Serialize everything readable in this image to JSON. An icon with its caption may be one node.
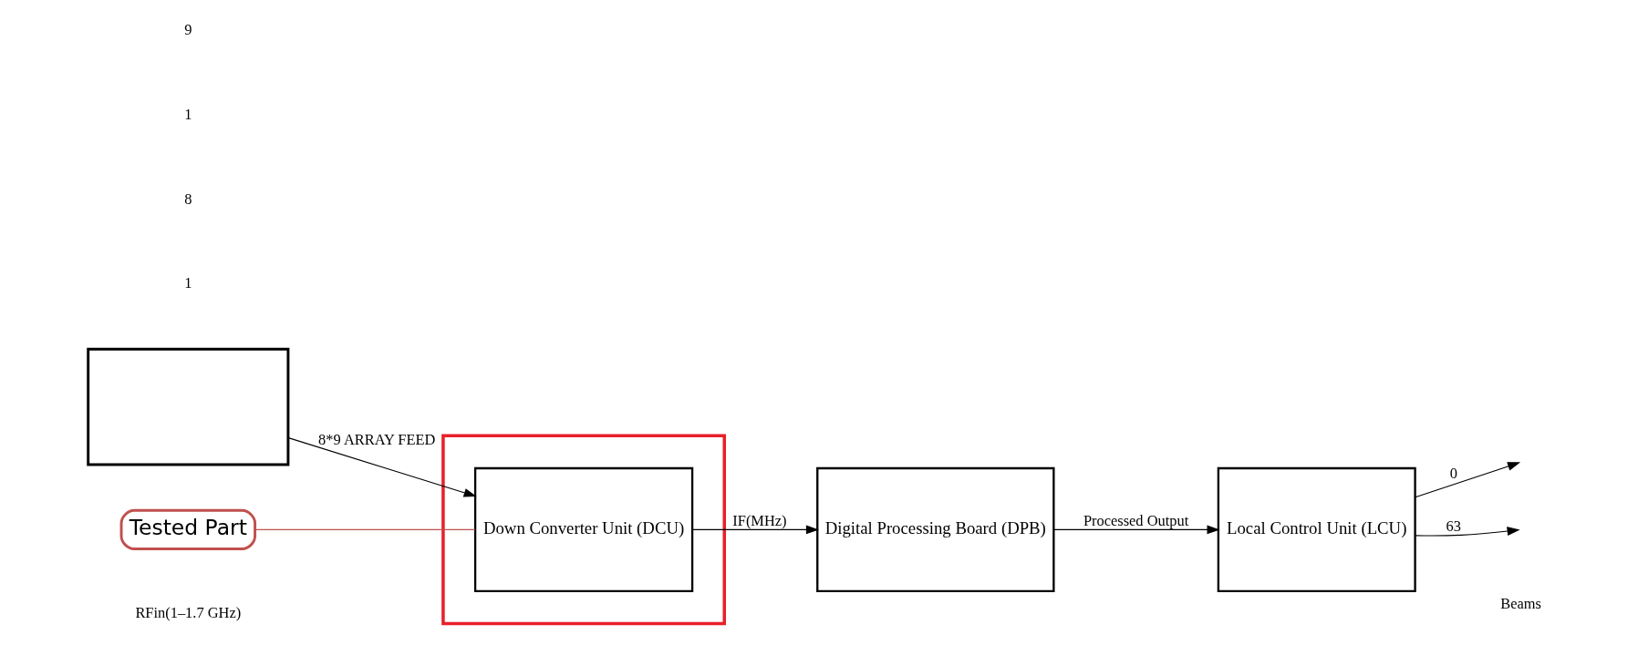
{
  "diagram": {
    "nodes": [
      {
        "text": [],
        "shape": "box"
      },
      {
        "text": [
          "Tested Part"
        ]
      },
      {
        "text": [],
        "shape": "box"
      },
      {
        "text": [
          "Down Converter Unit (DCU)"
        ],
        "in": 2
      },
      {
        "text": [
          "Digital Processing Board (DPB)"
        ]
      },
      {
        "text": [
          "Local Control Unit (LCU)"
        ]
      }
    ],
    "edges": [
      {
        "from": 0,
        "to": 3,
        "arrow": "to",
        "label": "8*9 ARRAY FEED"
      },
      {
        "from": 1,
        "to": 3,
        "arrow": "none",
        "color": "#c0504d"
      },
      {
        "from": 3,
        "to": 4,
        "arrow": "to",
        "label": "IF(MHz)"
      },
      {
        "from": 4,
        "to": 5,
        "arrow": "to",
        "label": "Processed Output"
      },
      {
        "from": 5,
        "to": null,
        "arrow": "to",
        "label": "0"
      },
      {
        "from": 5,
        "to": null,
        "arrow": "to",
        "label": "63"
      }
    ],
    "labels": [
      "1",
      "8",
      "1",
      "9",
      "RFin(1–1.7 GHz)",
      "Beams"
    ]
  }
}
